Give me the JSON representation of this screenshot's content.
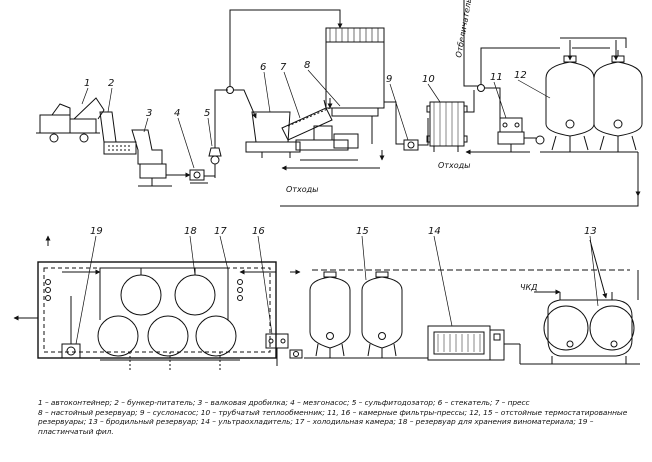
{
  "labels": {
    "n1": "1",
    "n2": "2",
    "n3": "3",
    "n4": "4",
    "n5": "5",
    "n6": "6",
    "n7": "7",
    "n8": "8",
    "n9": "9",
    "n10": "10",
    "n11": "11",
    "n12": "12",
    "n13": "13",
    "n14": "14",
    "n15": "15",
    "n16": "16",
    "n17": "17",
    "n18": "18",
    "n19": "19"
  },
  "annotations": {
    "waste_left": "Отходы",
    "waste_right": "Отходы",
    "vertical_top": "Отбеличатель",
    "chk": "ЧКД"
  },
  "legend": {
    "line1": "1 – автоконтейнер; 2 – бункер-питатель; 3 – валковая дробилка; 4 – мезгонасос; 5 – сульфитодозатор; 6 – стекатель; 7 – пресс",
    "line2": "8 – настойный резервуар; 9 – сусло­насос; 10 – трубчатый теплообменник; 11, 16 – камерные фильтры-прессы; 12, 15 – отстойные термостатированные резервуары; 13 – бродильный резервуар; 14 – ультраохладитель; 17 – холодильная камера; 18 – резервуар для хранения виноматериала; 19 – пластинчатый фил."
  }
}
